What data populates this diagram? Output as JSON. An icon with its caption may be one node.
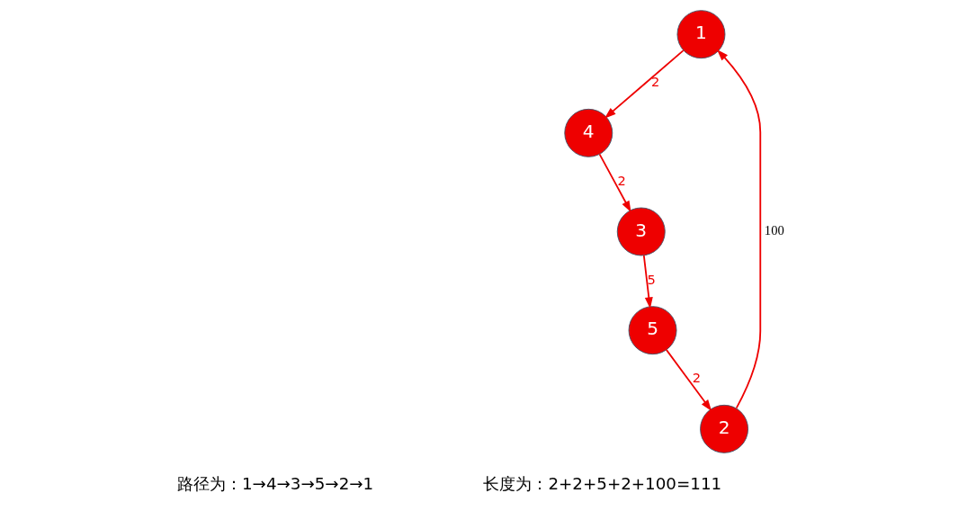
{
  "diagram": {
    "nodes": [
      {
        "text": [
          "1"
        ]
      },
      {
        "text": [
          "2"
        ]
      },
      {
        "text": [
          "5"
        ]
      },
      {
        "text": [
          "3"
        ]
      },
      {
        "text": [
          "4"
        ]
      }
    ],
    "edges": [
      {
        "from": 1,
        "to": 0,
        "arrow": "to",
        "label": "100"
      },
      {
        "from": 0,
        "to": 4,
        "arrow": "to",
        "label": "2"
      },
      {
        "from": 2,
        "to": 1,
        "arrow": "to",
        "label": "2"
      },
      {
        "from": 3,
        "to": 2,
        "arrow": "to",
        "label": "5"
      },
      {
        "from": 4,
        "to": 3,
        "arrow": "to",
        "label": "2"
      }
    ],
    "labels": [
      "路径为：1→4→3→5→2→1",
      "长度为：2+2+5+2+100=111"
    ]
  }
}
